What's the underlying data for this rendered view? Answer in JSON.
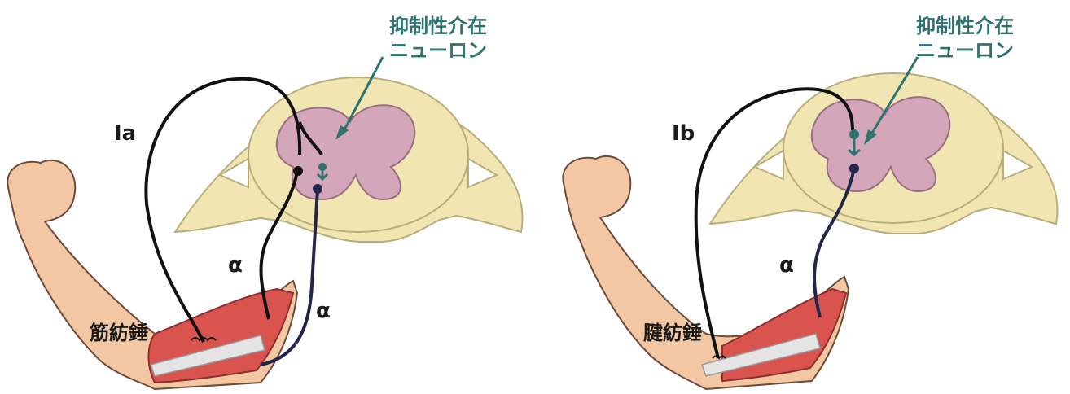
{
  "colors": {
    "spinal_white_matter": "#f1e6b2",
    "spinal_grey_matter": "#d3a6b9",
    "skin": "#f3c7a4",
    "muscle": "#d9534f",
    "tendon": "#e4e4e4",
    "afferent_fiber": "#111111",
    "motor_fiber": "#23264a",
    "inhibitory_interneuron": "#2f7371"
  },
  "left_panel": {
    "interneuron_label_line1": "抑制性介在",
    "interneuron_label_line2": "ニューロン",
    "afferent_label": "Ia",
    "alpha_label_1": "α",
    "alpha_label_2": "α",
    "receptor_label": "筋紡錘"
  },
  "right_panel": {
    "interneuron_label_line1": "抑制性介在",
    "interneuron_label_line2": "ニューロン",
    "afferent_label": "Ib",
    "alpha_label": "α",
    "receptor_label": "腱紡錘"
  }
}
